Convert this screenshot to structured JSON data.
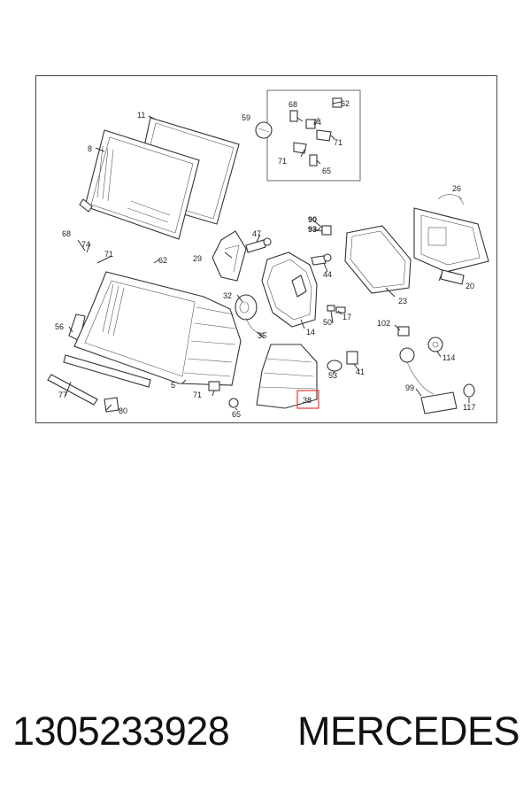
{
  "diagram": {
    "labels": {
      "l11": "11",
      "l8": "8",
      "l59": "59",
      "l68a": "68",
      "l74a": "74",
      "l62a": "62",
      "l71a": "71",
      "l71b": "71",
      "l65a": "65",
      "l26": "26",
      "l90": "90",
      "l93": "93",
      "l47": "47",
      "l68b": "68",
      "l74b": "74",
      "l71c": "71",
      "l62b": "62",
      "l29": "29",
      "l44": "44",
      "l20": "20",
      "l23": "23",
      "l32": "32",
      "l17": "17",
      "l50": "50",
      "l14": "14",
      "l35": "35",
      "l56": "56",
      "l102": "102",
      "l114": "114",
      "l53": "53",
      "l41": "41",
      "l5": "5",
      "l71d": "71",
      "l77": "77",
      "l99": "99",
      "l38": "38",
      "l80": "80",
      "l65b": "65",
      "l117": "117"
    },
    "highlight_color": "#e53935"
  },
  "footer": {
    "part_number": "1305233928",
    "brand": "MERCEDES"
  }
}
